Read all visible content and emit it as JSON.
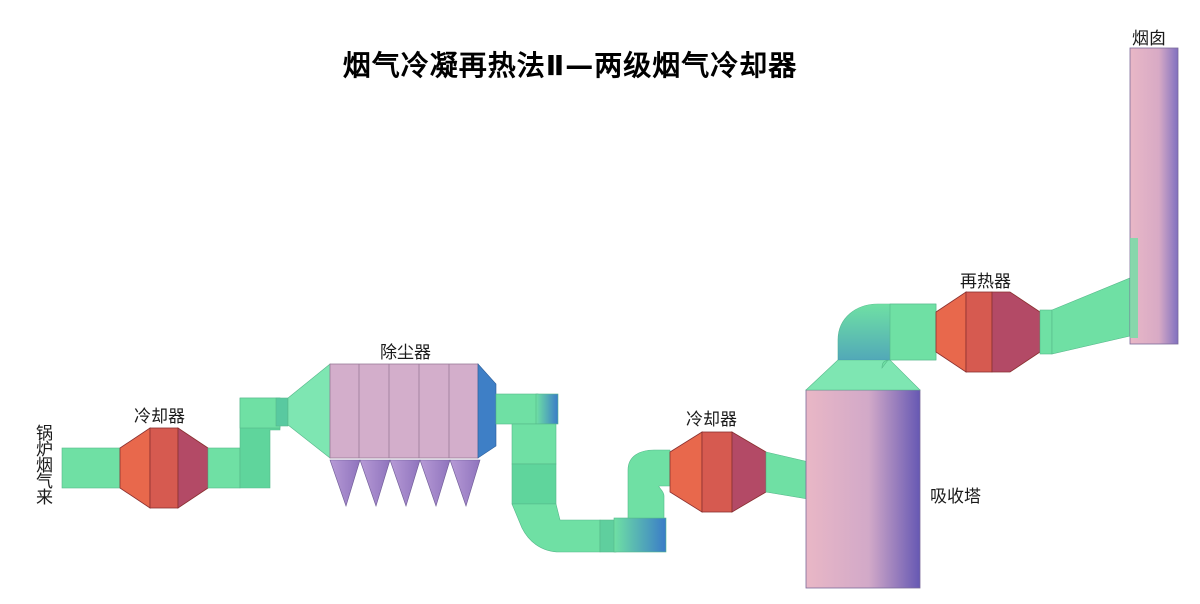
{
  "title": "烟气冷凝再热法Ⅱ—两级烟气冷却器",
  "labels": {
    "boiler_flue_gas": "锅炉烟气来",
    "cooler_1": "冷却器",
    "dust_collector": "除尘器",
    "cooler_2": "冷却器",
    "absorber": "吸收塔",
    "reheater": "再热器",
    "chimney": "烟囱"
  },
  "colors": {
    "duct": "#6fe0a4",
    "duct_dark": "#59c9a0",
    "duct_blue": "#3f86c8",
    "cooler_left": "#e8684c",
    "cooler_mid": "#d45a55",
    "cooler_right": "#b24a66",
    "tower_light": "#e2b4c6",
    "tower_dark": "#6a5cb4",
    "dust_body": "#d3aecb",
    "hopper": "#a588c8"
  }
}
